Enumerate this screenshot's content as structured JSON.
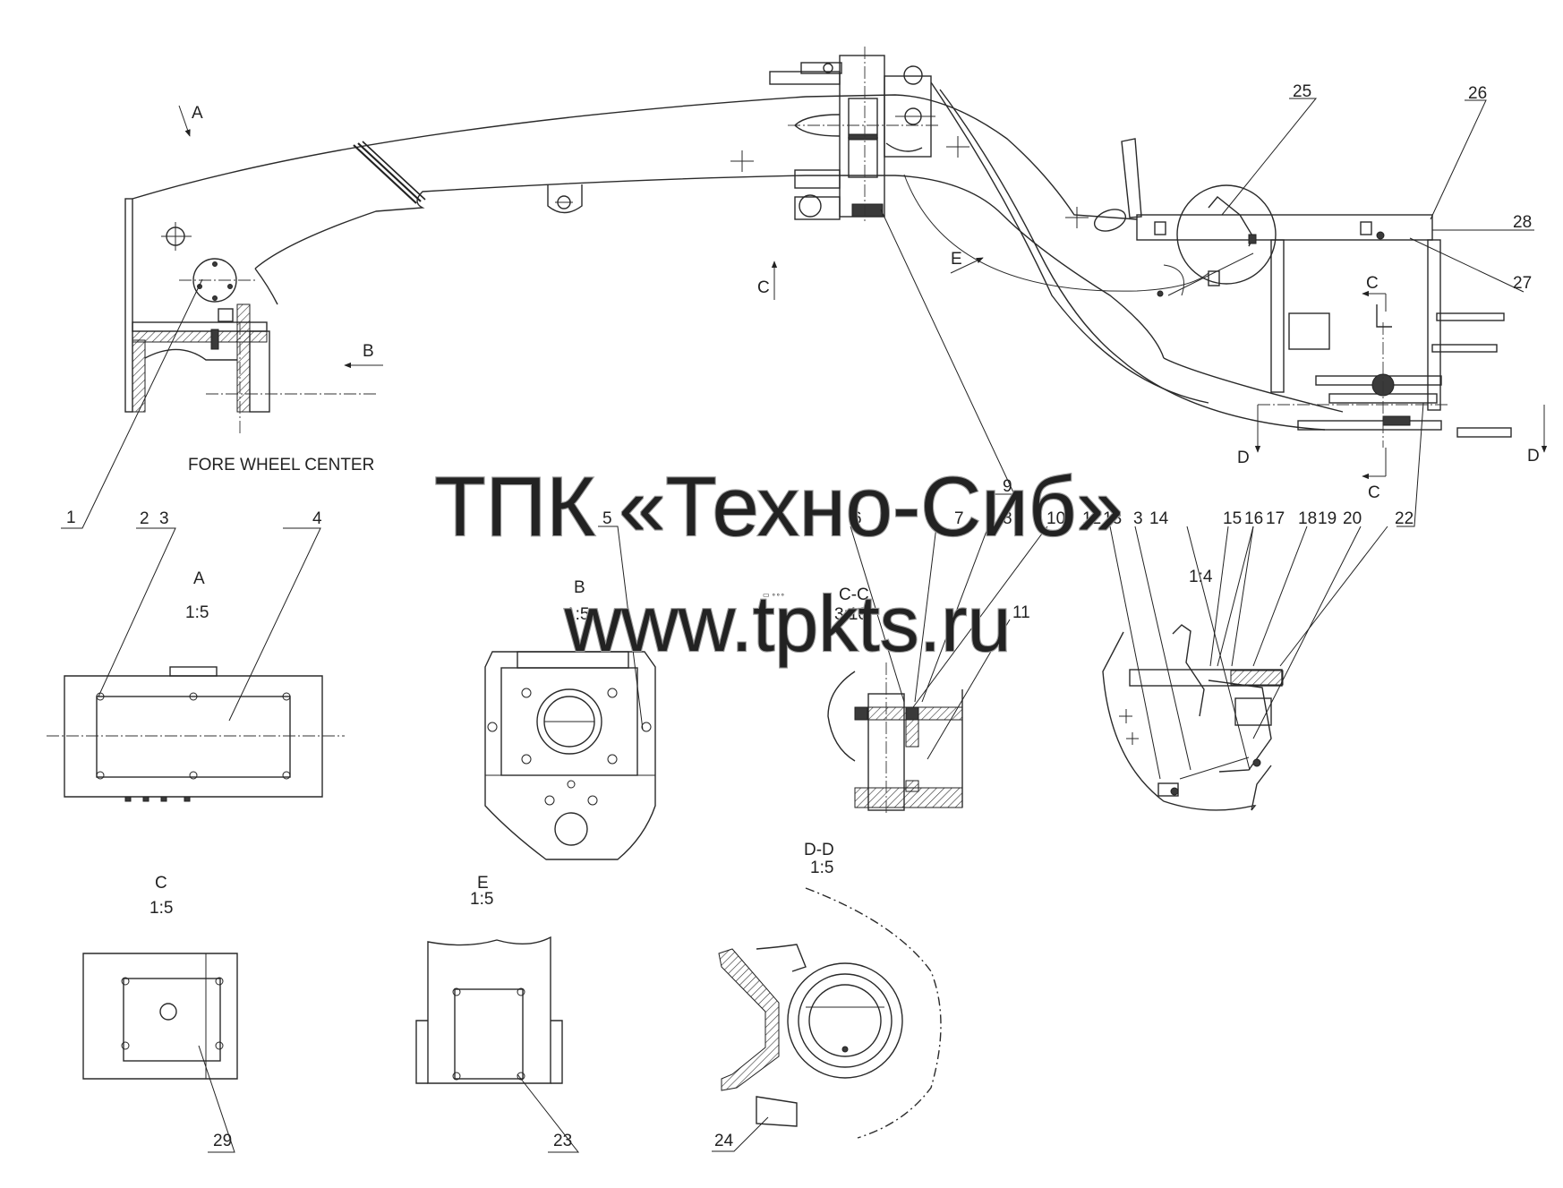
{
  "watermark": {
    "company": "ТПК «Техно-Сиб»",
    "site": "www.tpkts.ru"
  },
  "main_view": {
    "note": "FORE WHEEL CENTER",
    "direction_arrows": {
      "a": "A",
      "b": "B",
      "c": "C",
      "e": "E"
    },
    "section_marks": {
      "c_top": "C",
      "c_bottom": "C",
      "d_left": "D",
      "d_right": "D"
    }
  },
  "callouts": {
    "c1": "1",
    "c2": "2",
    "c3": "3",
    "c4": "4",
    "c5": "5",
    "c6": "6",
    "c7": "7",
    "c8": "8",
    "c9": "9",
    "c10": "10",
    "c11": "11",
    "c12": "12",
    "c13": "13",
    "c3b": "3",
    "c14": "14",
    "c15": "15",
    "c16": "16",
    "c17": "17",
    "c18": "18",
    "c19": "19",
    "c20": "20",
    "c22": "22",
    "c23": "23",
    "c24": "24",
    "c25": "25",
    "c26": "26",
    "c27": "27",
    "c28": "28",
    "c29": "29"
  },
  "views": {
    "a": {
      "name": "A",
      "scale": "1:5"
    },
    "b": {
      "name": "B",
      "scale": "1:5"
    },
    "cc": {
      "name": "C-C",
      "scale": "3:10"
    },
    "detail": {
      "scale": "1:4"
    },
    "c": {
      "name": "C",
      "scale": "1:5"
    },
    "e": {
      "name": "E",
      "scale": "1:5"
    },
    "dd": {
      "name": "D-D",
      "scale": "1:5"
    }
  }
}
